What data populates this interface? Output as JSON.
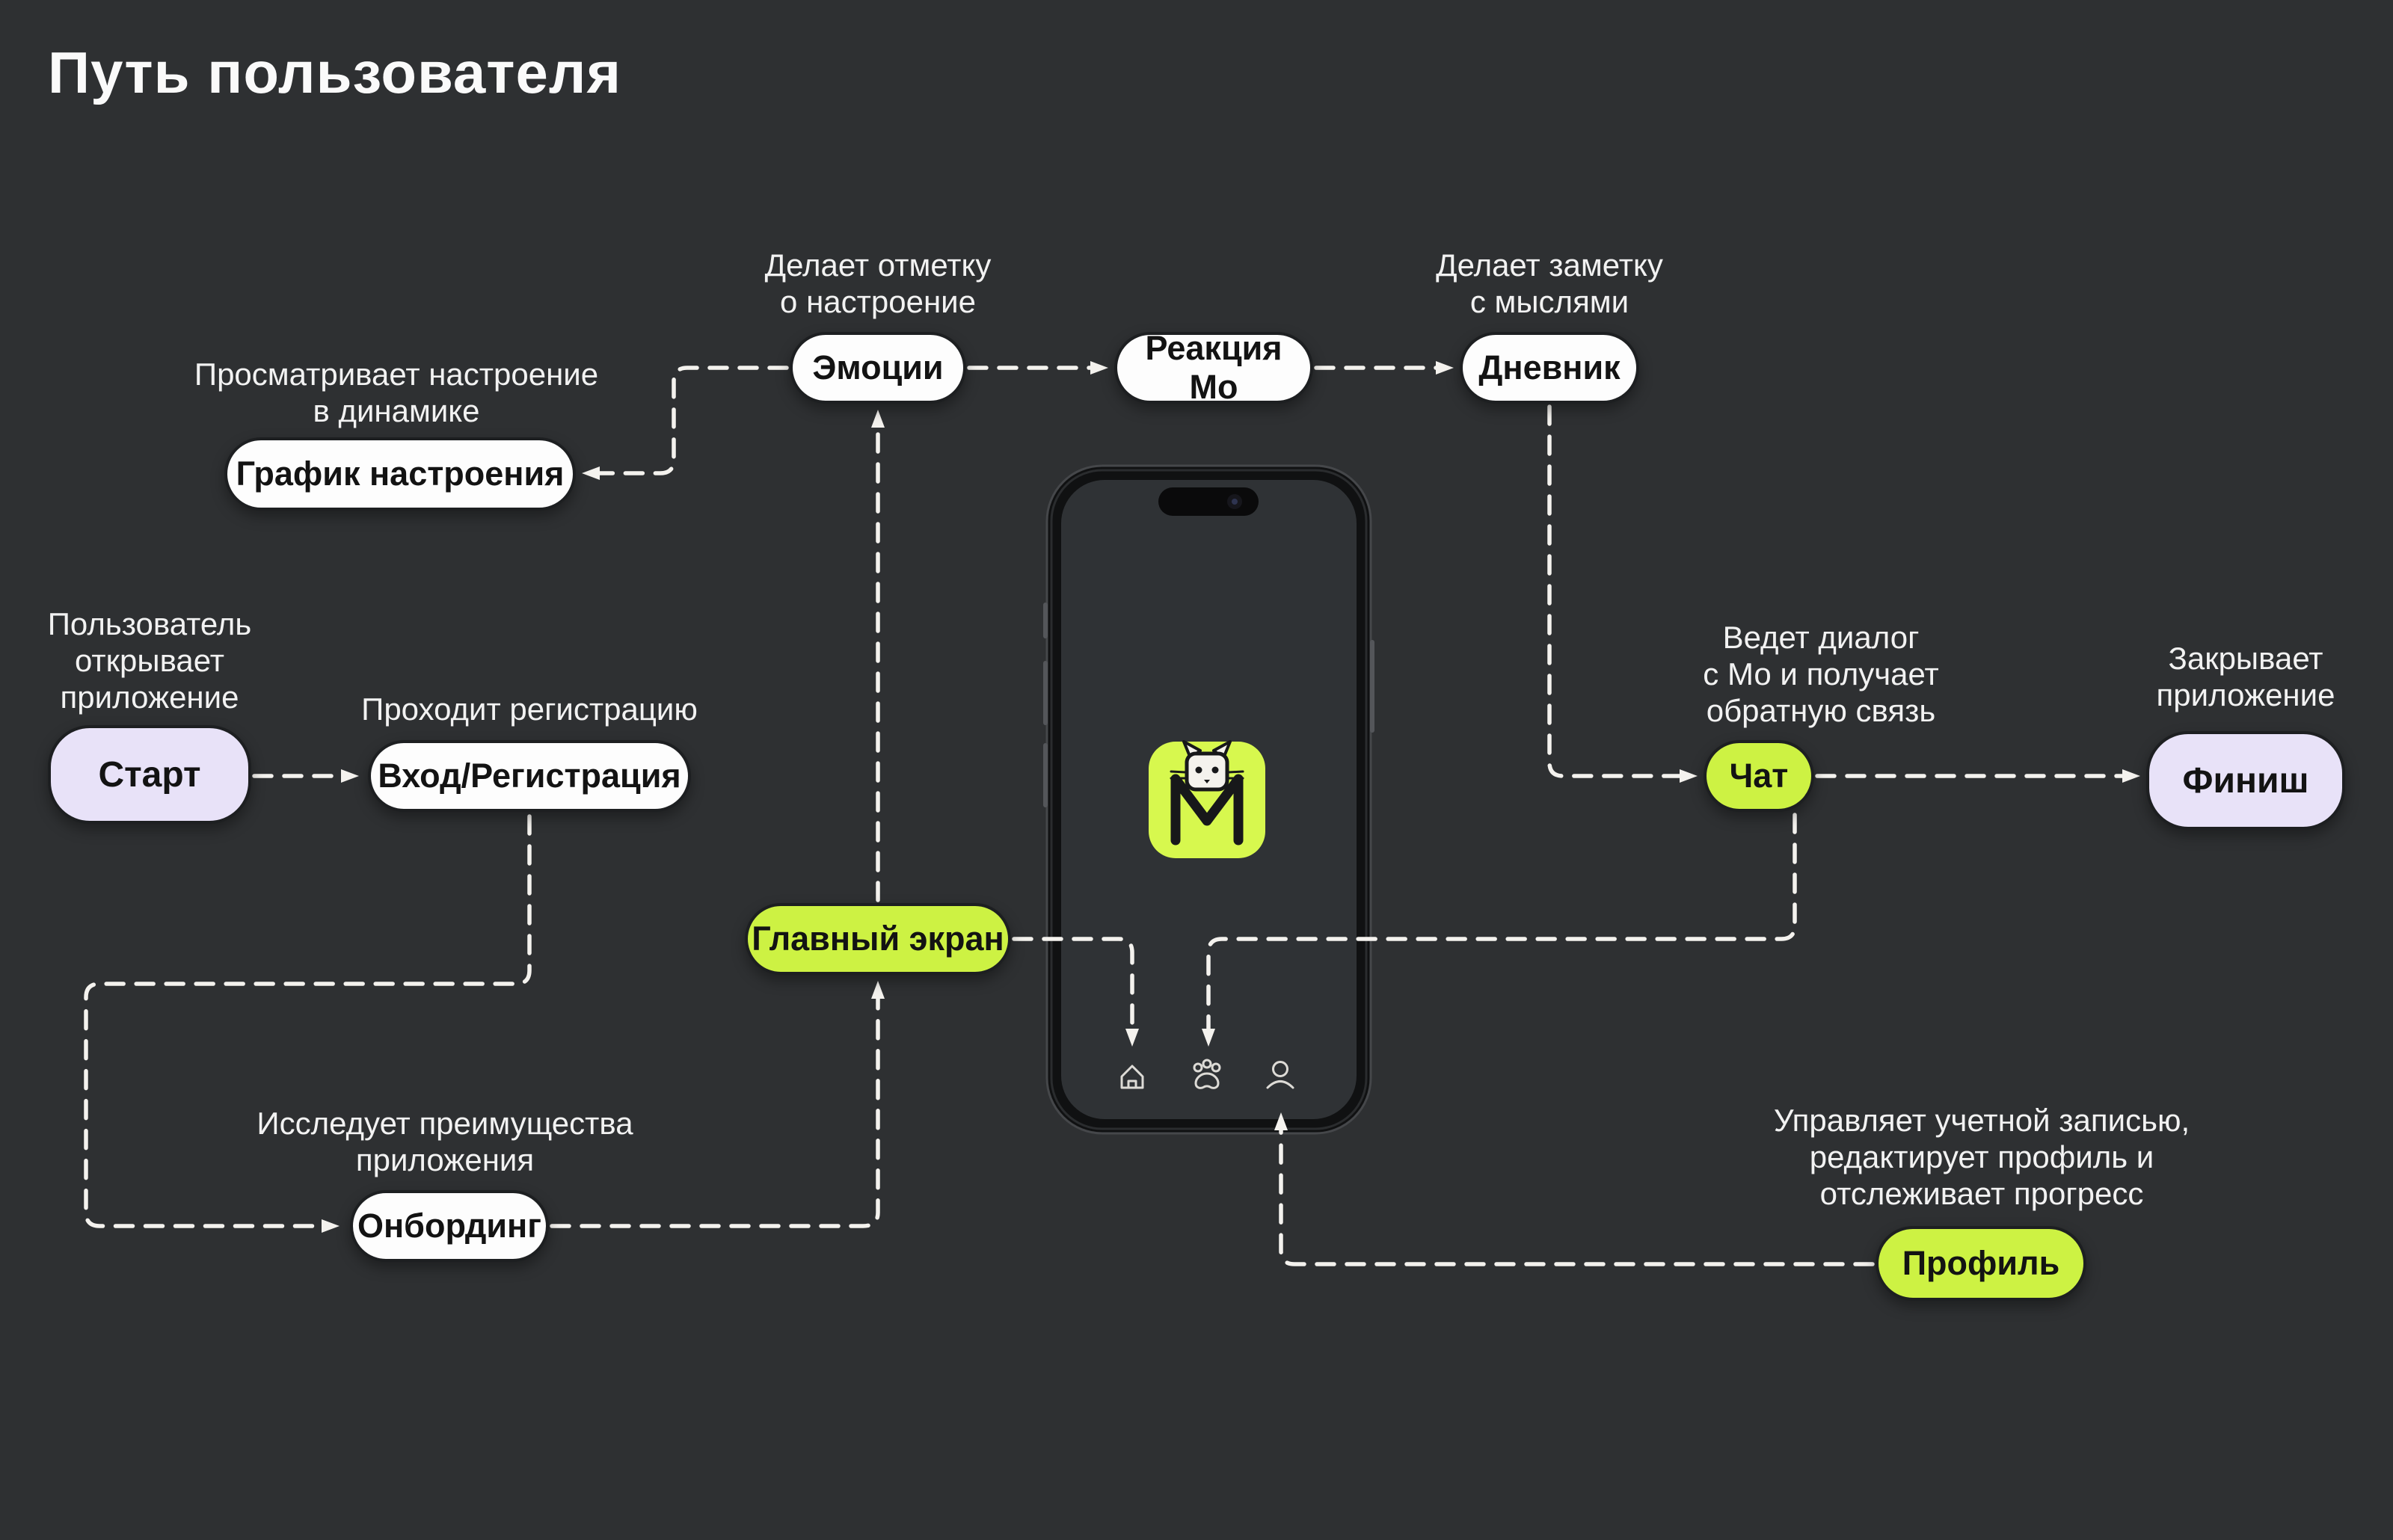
{
  "title": "Путь пользователя",
  "colors": {
    "background": "#2e3032",
    "node_white": "#fdfdfd",
    "node_lime": "#cdf243",
    "node_lavender": "#e8e2f8",
    "connector": "#f4f2ee",
    "app_icon_lime": "#d7f84e",
    "text_dark": "#131313",
    "text_light": "#f2f2f2"
  },
  "nodes": [
    {
      "id": "start",
      "label": "Старт",
      "type": "milestone"
    },
    {
      "id": "login",
      "label": "Вход/Регистрация",
      "type": "screen"
    },
    {
      "id": "mood-chart",
      "label": "График настроения",
      "type": "screen"
    },
    {
      "id": "emotions",
      "label": "Эмоции",
      "type": "screen"
    },
    {
      "id": "mo-reaction",
      "label": "Реакция Мо",
      "type": "screen"
    },
    {
      "id": "diary",
      "label": "Дневник",
      "type": "screen"
    },
    {
      "id": "chat",
      "label": "Чат",
      "type": "key-screen"
    },
    {
      "id": "finish",
      "label": "Финиш",
      "type": "milestone"
    },
    {
      "id": "main-screen",
      "label": "Главный экран",
      "type": "key-screen"
    },
    {
      "id": "onboarding",
      "label": "Онбординг",
      "type": "screen"
    },
    {
      "id": "profile",
      "label": "Профиль",
      "type": "key-screen"
    }
  ],
  "annotations": [
    {
      "id": "start-note",
      "text": "Пользователь\nоткрывает\nприложение"
    },
    {
      "id": "login-note",
      "text": "Проходит регистрацию"
    },
    {
      "id": "mood-chart-note",
      "text": "Просматривает настроение\nв динамике"
    },
    {
      "id": "emotions-note",
      "text": "Делает отметку\nо настроение"
    },
    {
      "id": "diary-note",
      "text": "Делает заметку\nс мыслями"
    },
    {
      "id": "chat-note",
      "text": "Ведет диалог\nс Мо и получает\nобратную связь"
    },
    {
      "id": "finish-note",
      "text": "Закрывает\nприложение"
    },
    {
      "id": "onboarding-note",
      "text": "Исследует преимущества\nприложения"
    },
    {
      "id": "profile-note",
      "text": "Управляет учетной записью,\nредактирует профиль и\nотслеживает прогресс"
    }
  ],
  "phone": {
    "type": "smartphone-mockup",
    "app_icon": "cat-m-logo",
    "nav_icons": [
      "home",
      "paw",
      "profile"
    ]
  }
}
